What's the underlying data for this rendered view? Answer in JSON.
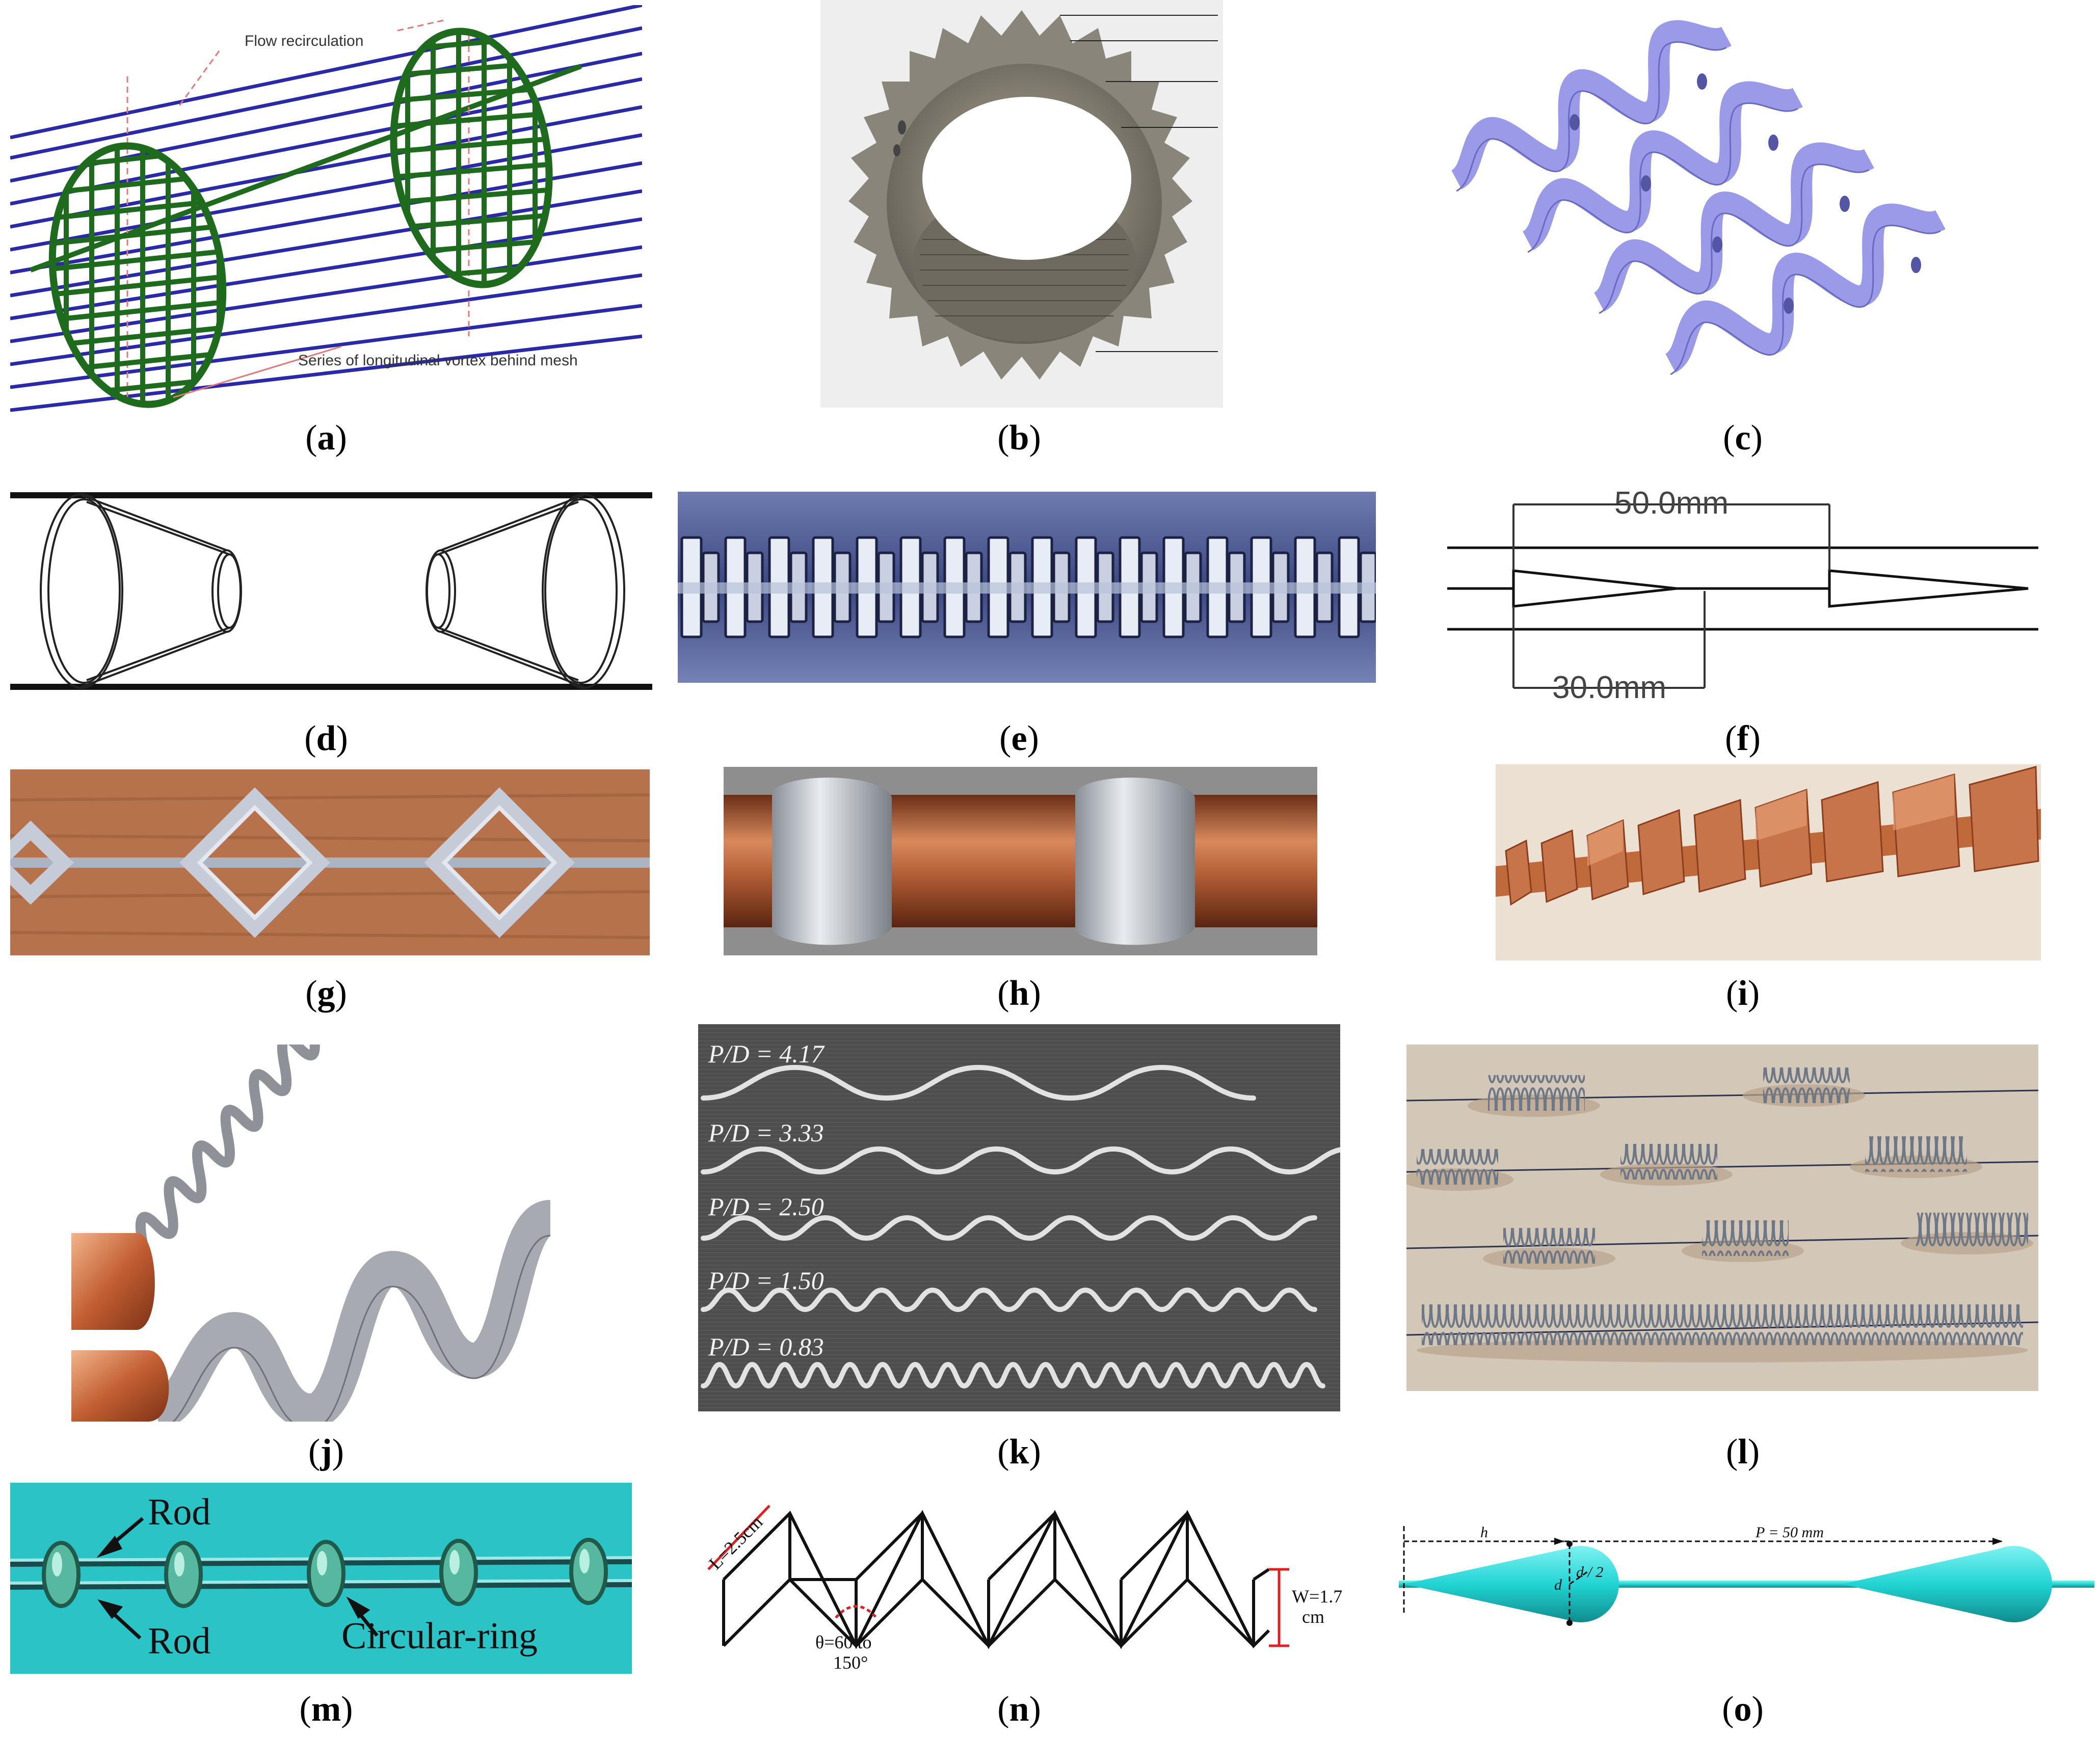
{
  "panels": {
    "a": {
      "label": "a",
      "flow_text": "Flow recirculation",
      "vortex_text": "Series of longitudinal vortex behind mesh"
    },
    "b": {
      "label": "b"
    },
    "c": {
      "label": "c"
    },
    "d": {
      "label": "d"
    },
    "e": {
      "label": "e"
    },
    "f": {
      "label": "f",
      "dim_top": "50.0mm",
      "dim_bottom": "30.0mm"
    },
    "g": {
      "label": "g"
    },
    "h": {
      "label": "h"
    },
    "i": {
      "label": "i"
    },
    "j": {
      "label": "j"
    },
    "k": {
      "label": "k",
      "pd": [
        "P/D = 4.17",
        "P/D = 3.33",
        "P/D = 2.50",
        "P/D = 1.50",
        "P/D = 0.83"
      ]
    },
    "l": {
      "label": "l"
    },
    "m": {
      "label": "m",
      "rod1": "Rod",
      "rod2": "Rod",
      "ring": "Circular-ring"
    },
    "n": {
      "label": "n",
      "L": "L=2.5cm",
      "theta1": "θ=60 to",
      "theta2": "150°",
      "W1": "W=1.7",
      "W2": "cm"
    },
    "o": {
      "label": "o",
      "h": "h",
      "P": "P = 50 mm",
      "d": "d",
      "d2": "d / 2"
    }
  },
  "colors": {
    "mesh_green": "#1e6b1e",
    "stream_blue": "#2a2aa8",
    "copper": "#c06a3c",
    "cyan": "#22d4d4",
    "twist_purple": "#9a9ae8"
  }
}
